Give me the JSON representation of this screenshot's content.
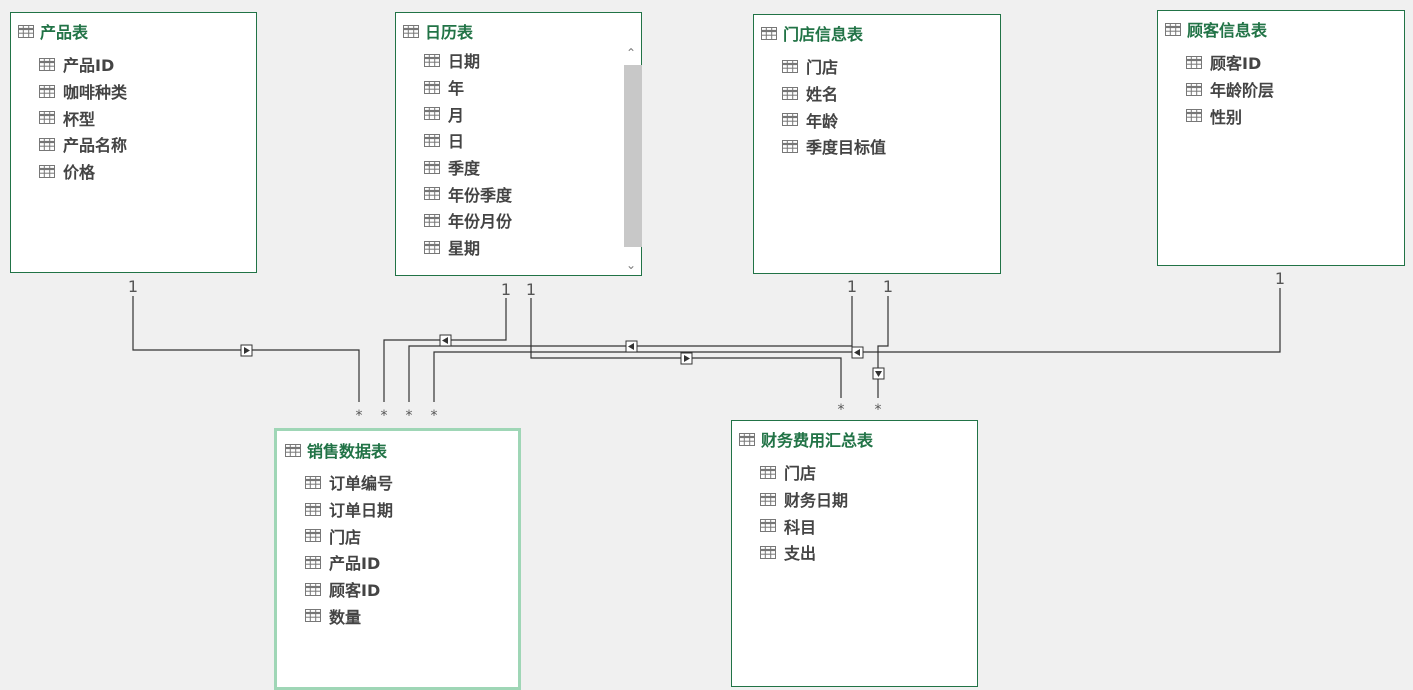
{
  "tables": {
    "product": {
      "title": "产品表",
      "fields": [
        "产品ID",
        "咖啡种类",
        "杯型",
        "产品名称",
        "价格"
      ]
    },
    "calendar": {
      "title": "日历表",
      "fields": [
        "日期",
        "年",
        "月",
        "日",
        "季度",
        "年份季度",
        "年份月份",
        "星期"
      ]
    },
    "store": {
      "title": "门店信息表",
      "fields": [
        "门店",
        "姓名",
        "年龄",
        "季度目标值"
      ]
    },
    "customer": {
      "title": "顾客信息表",
      "fields": [
        "顾客ID",
        "年龄阶层",
        "性别"
      ]
    },
    "sales": {
      "title": "销售数据表",
      "fields": [
        "订单编号",
        "订单日期",
        "门店",
        "产品ID",
        "顾客ID",
        "数量"
      ]
    },
    "finance": {
      "title": "财务费用汇总表",
      "fields": [
        "门店",
        "财务日期",
        "科目",
        "支出"
      ]
    }
  },
  "relationships": [
    {
      "one_table": "产品表",
      "many_table": "销售数据表",
      "one_label": "1",
      "many_label": "*"
    },
    {
      "one_table": "日历表",
      "many_table": "销售数据表",
      "one_label": "1",
      "many_label": "*"
    },
    {
      "one_table": "日历表",
      "many_table": "财务费用汇总表",
      "one_label": "1",
      "many_label": "*"
    },
    {
      "one_table": "门店信息表",
      "many_table": "销售数据表",
      "one_label": "1",
      "many_label": "*"
    },
    {
      "one_table": "门店信息表",
      "many_table": "财务费用汇总表",
      "one_label": "1",
      "many_label": "*"
    },
    {
      "one_table": "顾客信息表",
      "many_table": "销售数据表",
      "one_label": "1",
      "many_label": "*"
    }
  ],
  "scrollbar": {
    "up_icon": "chevron-up-icon",
    "down_icon": "chevron-down-icon"
  },
  "colors": {
    "background": "#f0f0f0",
    "table_border": "#217346",
    "title_text": "#217346",
    "field_text": "#444444",
    "selected_border": "#9fd6b6",
    "relationship_line": "#333333"
  }
}
